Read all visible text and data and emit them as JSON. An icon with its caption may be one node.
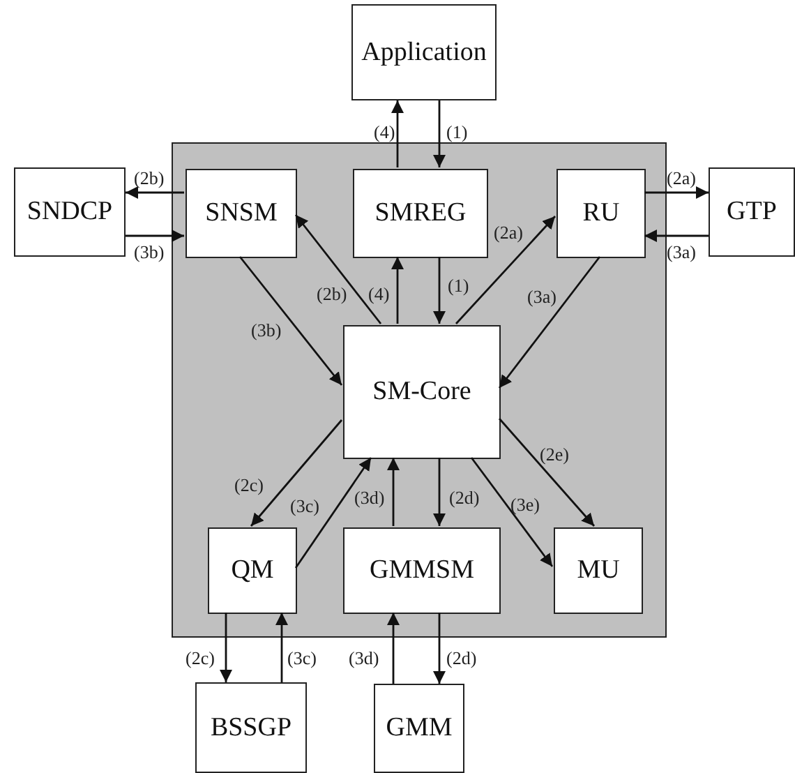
{
  "diagram": {
    "nodes": [
      {
        "text": [
          "Application"
        ]
      },
      {
        "text": [],
        "shape": "box"
      },
      {
        "text": [
          "SNDCP"
        ]
      },
      {
        "text": [
          "SNSM"
        ],
        "in": 1
      },
      {
        "text": [
          "SMREG"
        ],
        "in": 1
      },
      {
        "text": [
          "RU"
        ],
        "in": 1
      },
      {
        "text": [
          "GTP"
        ]
      },
      {
        "text": [
          "SM-Core"
        ],
        "in": 1
      },
      {
        "text": [
          "QM"
        ],
        "in": 1
      },
      {
        "text": [
          "GMMSM"
        ],
        "in": 1
      },
      {
        "text": [
          "MU"
        ],
        "in": 1
      },
      {
        "text": [
          "BSSGP"
        ]
      },
      {
        "text": [
          "GMM"
        ]
      }
    ],
    "edges": [
      {
        "from": 4,
        "to": 0,
        "arrow": "to",
        "label": "(4)"
      },
      {
        "from": 0,
        "to": 4,
        "arrow": "to",
        "label": "(1)"
      },
      {
        "from": 3,
        "to": 2,
        "arrow": "to",
        "label": "(2b)"
      },
      {
        "from": 2,
        "to": 3,
        "arrow": "to",
        "label": "(3b)"
      },
      {
        "from": 5,
        "to": 6,
        "arrow": "to",
        "label": "(2a)"
      },
      {
        "from": 6,
        "to": 5,
        "arrow": "to",
        "label": "(3a)"
      },
      {
        "from": 4,
        "to": 7,
        "arrow": "to",
        "label": "(1)"
      },
      {
        "from": 7,
        "to": 4,
        "arrow": "to",
        "label": "(4)"
      },
      {
        "from": 7,
        "to": 3,
        "arrow": "to",
        "label": "(2b)"
      },
      {
        "from": 3,
        "to": 7,
        "arrow": "to",
        "label": "(3b)"
      },
      {
        "from": 7,
        "to": 5,
        "arrow": "to",
        "label": "(2a)"
      },
      {
        "from": 5,
        "to": 7,
        "arrow": "to",
        "label": "(3a)"
      },
      {
        "from": 7,
        "to": 8,
        "arrow": "to",
        "label": "(2c)"
      },
      {
        "from": 8,
        "to": 7,
        "arrow": "to",
        "label": "(3c)"
      },
      {
        "from": 9,
        "to": 7,
        "arrow": "to",
        "label": "(3d)"
      },
      {
        "from": 7,
        "to": 9,
        "arrow": "to",
        "label": "(2d)"
      },
      {
        "from": 7,
        "to": 10,
        "arrow": "to",
        "label": "(3e)"
      },
      {
        "from": 7,
        "to": 10,
        "arrow": "to",
        "label": "(2e)"
      },
      {
        "from": 8,
        "to": 11,
        "arrow": "to",
        "label": "(2c)"
      },
      {
        "from": 11,
        "to": 8,
        "arrow": "to",
        "label": "(3c)"
      },
      {
        "from": 12,
        "to": 9,
        "arrow": "to",
        "label": "(3d)"
      },
      {
        "from": 9,
        "to": 12,
        "arrow": "to",
        "label": "(2d)"
      }
    ]
  }
}
